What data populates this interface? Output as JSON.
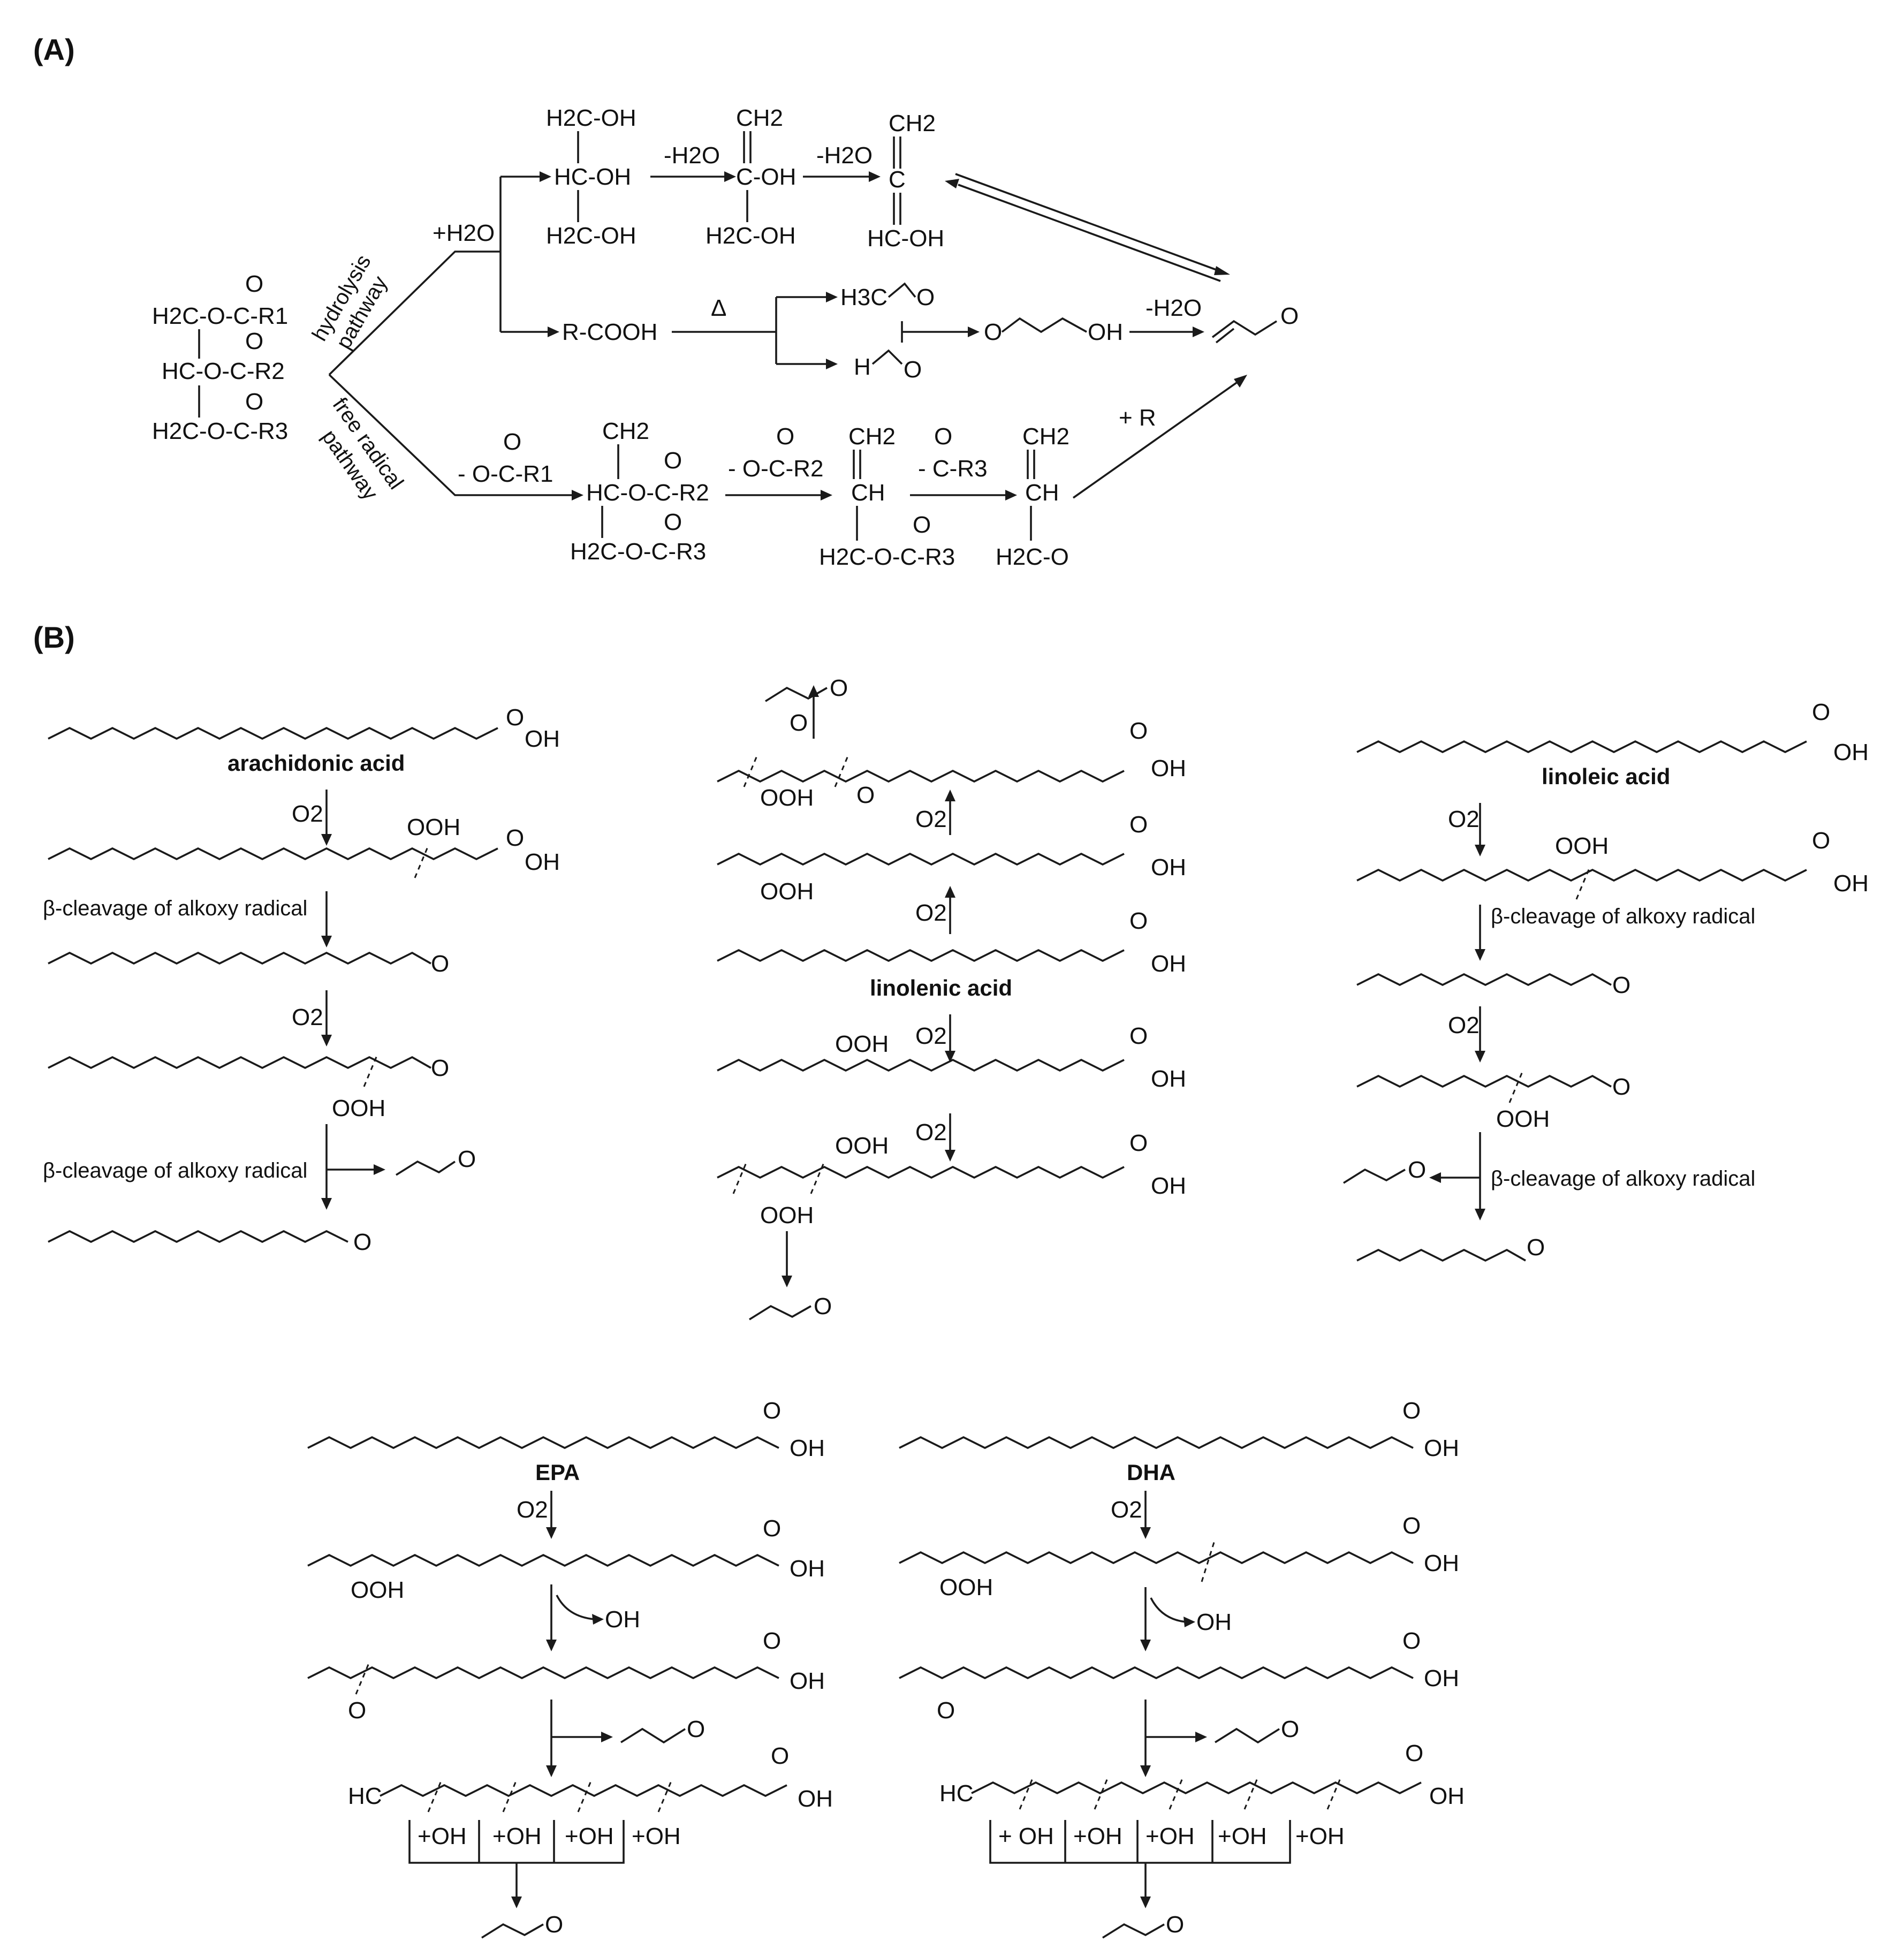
{
  "panel_labels": [
    "(A)",
    "(B)"
  ],
  "panel_a": {
    "triglyceride": [
      "H2C-O-C-R1",
      "HC-O-C-R2",
      "H2C-O-C-R3"
    ],
    "hydrolysis_pathway": [
      "hydrolysis",
      "pathway"
    ],
    "free_radical_pathway": [
      "free radical",
      "pathway"
    ],
    "plus_water": "+H2O",
    "glycerol": [
      "H2C-OH",
      "HC-OH",
      "H2C-OH"
    ],
    "minus_water": "-H2O",
    "enol": [
      "CH2",
      "C-OH",
      "H2C-OH"
    ],
    "allene": [
      "CH2",
      "C",
      "HC-OH"
    ],
    "acid": "R-COOH",
    "heat": "Δ",
    "acetaldehyde": "H3C",
    "formaldehyde": "H",
    "hydroxy_propanal": "OH",
    "acrolein_o": "O",
    "loss_acyloxy_1": "- O-C-R1",
    "loss_acyloxy_2": "- O-C-R2",
    "loss_acyl_3": "- C-R3",
    "radical_intermediate": [
      "CH2",
      "HC-O-C-R2",
      "H2C-O-C-R3"
    ],
    "alkene_intermediate": [
      "CH2",
      "CH",
      "H2C-O-C-R3"
    ],
    "alkoxy_radical": [
      "CH2",
      "CH",
      "H2C-O"
    ],
    "plus_radical": "+ R"
  },
  "panel_b": {
    "arachidonic_acid": "arachidonic acid",
    "linolenic_acid": "linolenic acid",
    "linoleic_acid": "linoleic acid",
    "epa": "EPA",
    "dha": "DHA",
    "o2": "O2",
    "beta_cleavage": "β-cleavage of alkoxy radical",
    "oh": "OH",
    "ooh": "OOH",
    "o": "O",
    "hc": "HC",
    "plus_oh": "+OH",
    "plus_oh_spaced": "+ OH"
  }
}
